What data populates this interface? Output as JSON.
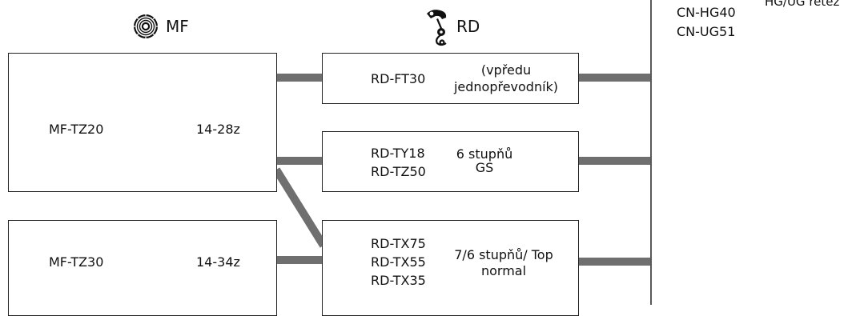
{
  "headers": {
    "mf": {
      "label": "MF",
      "icon": "cassette-sprocket-icon"
    },
    "rd": {
      "label": "RD",
      "icon": "rear-derailleur-icon"
    }
  },
  "freewheels": [
    {
      "model": "MF-TZ20",
      "range": "14-28z"
    },
    {
      "model": "MF-TZ30",
      "range": "14-34z"
    }
  ],
  "derailleurs": [
    {
      "models": [
        "RD-FT30"
      ],
      "desc": [
        "(vpředu",
        "jednopřevodník)"
      ]
    },
    {
      "models": [
        "RD-TY18",
        "RD-TZ50"
      ],
      "desc": [
        "6 stupňů",
        "GS"
      ]
    },
    {
      "models": [
        "RD-TX75",
        "RD-TX55",
        "RD-TX35"
      ],
      "desc": [
        "7/6 stupňů/ Top",
        "normal"
      ]
    }
  ],
  "chains": {
    "models": [
      "CN-HG40",
      "CN-UG51"
    ],
    "desc": "HG/UG řetěz"
  },
  "colors": {
    "connector": "#6f6f6f",
    "border": "#222222"
  }
}
